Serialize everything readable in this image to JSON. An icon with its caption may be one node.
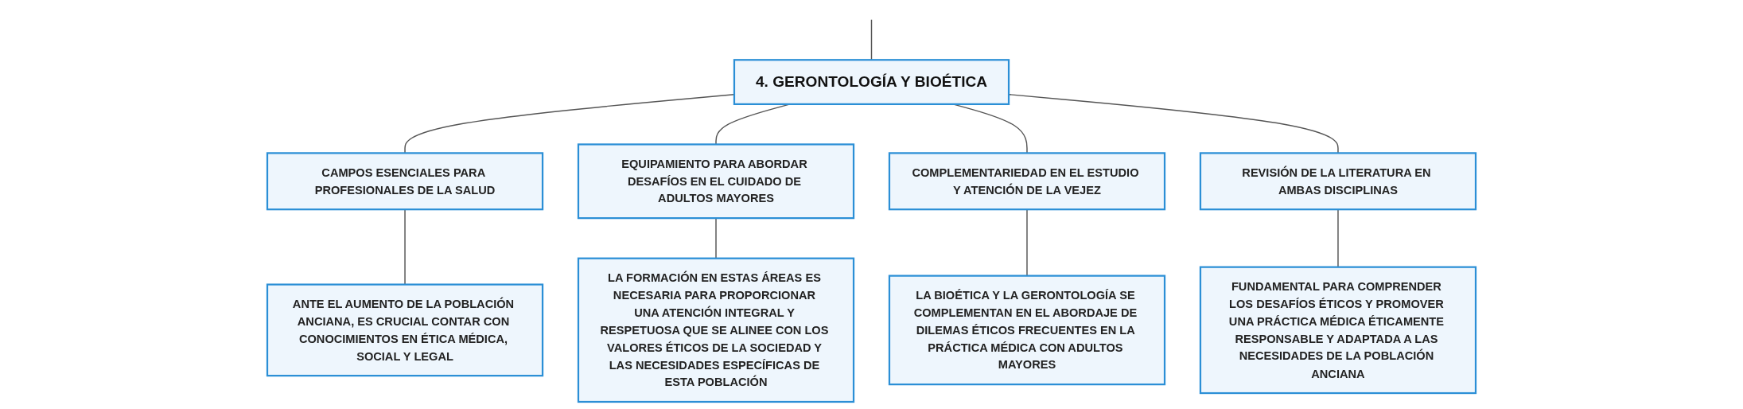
{
  "diagram": {
    "nodes": [
      {
        "text": [
          "4. GERONTOLOGÍA Y BIOÉTICA"
        ]
      },
      {
        "text": [
          "CAMPOS ESENCIALES PARA PROFESIONALES DE LA SALUD"
        ]
      },
      {
        "text": [
          "EQUIPAMIENTO PARA ABORDAR DESAFÍOS EN EL CUIDADO DE ADULTOS MAYORES"
        ]
      },
      {
        "text": [
          "COMPLEMENTARIEDAD EN EL ESTUDIO Y ATENCIÓN DE LA VEJEZ"
        ]
      },
      {
        "text": [
          "REVISIÓN DE LA LITERATURA EN AMBAS DISCIPLINAS"
        ]
      },
      {
        "text": [
          "ANTE EL AUMENTO DE LA POBLACIÓN ANCIANA, ES CRUCIAL CONTAR CON CONOCIMIENTOS EN ÉTICA MÉDICA, SOCIAL Y LEGAL"
        ]
      },
      {
        "text": [
          "LA FORMACIÓN EN ESTAS ÁREAS ES NECESARIA PARA PROPORCIONAR UNA ATENCIÓN INTEGRAL Y RESPETUOSA QUE SE ALINEE CON LOS VALORES ÉTICOS DE LA SOCIEDAD Y LAS NECESIDADES ESPECÍFICAS DE ESTA POBLACIÓN"
        ]
      },
      {
        "text": [
          "LA BIOÉTICA Y LA GERONTOLOGÍA SE COMPLEMENTAN EN EL ABORDAJE DE DILEMAS ÉTICOS FRECUENTES EN LA PRÁCTICA MÉDICA CON ADULTOS MAYORES"
        ]
      },
      {
        "text": [
          "FUNDAMENTAL PARA COMPRENDER LOS DESAFÍOS ÉTICOS Y PROMOVER UNA PRÁCTICA MÉDICA ÉTICAMENTE RESPONSABLE Y ADAPTADA A LAS NECESIDADES DE LA POBLACIÓN ANCIANA"
        ]
      }
    ],
    "edges": [
      {
        "from": null,
        "to": 0,
        "arrow": "none"
      },
      {
        "from": 0,
        "to": 1,
        "arrow": "none"
      },
      {
        "from": 0,
        "to": 2,
        "arrow": "none"
      },
      {
        "from": 0,
        "to": 3,
        "arrow": "none"
      },
      {
        "from": 0,
        "to": 4,
        "arrow": "none"
      },
      {
        "from": 1,
        "to": 5,
        "arrow": "none"
      },
      {
        "from": 2,
        "to": 6,
        "arrow": "none"
      },
      {
        "from": 3,
        "to": 7,
        "arrow": "none"
      },
      {
        "from": 4,
        "to": 8,
        "arrow": "none"
      }
    ]
  }
}
